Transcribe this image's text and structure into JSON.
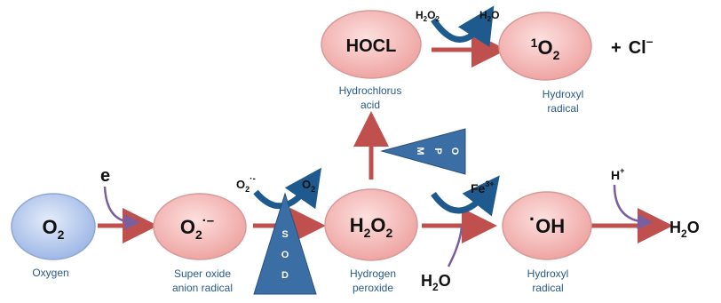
{
  "nodes": {
    "oxygen": {
      "formula": "O",
      "sub": "2",
      "caption": [
        "Oxygen"
      ]
    },
    "superoxide": {
      "formula": "O",
      "sub": "2",
      "sup": "·–",
      "caption": [
        "Super oxide",
        "anion radical"
      ]
    },
    "hydrogen_peroxide": {
      "formula1": "H",
      "sub1": "2",
      "formula2": "O",
      "sub2": "2",
      "caption": [
        "Hydrogen",
        "peroxide"
      ]
    },
    "hydroxyl_radical": {
      "dot": "·",
      "formula": "OH",
      "caption": [
        "Hydroxyl",
        "radical"
      ]
    },
    "hocl": {
      "formula": "HOCL",
      "caption": [
        "Hydrochlorus",
        "acid"
      ]
    },
    "singlet_oxygen": {
      "sup": "1",
      "formula": "O",
      "sub": "2",
      "caption": [
        "Hydroxyl",
        "radical"
      ]
    }
  },
  "labels": {
    "electron": "e",
    "sod_in": {
      "formula": "O",
      "sub": "2",
      "sup": "·-"
    },
    "sod_out": {
      "formula": "O",
      "sub": "2"
    },
    "fe": {
      "formula": "Fe",
      "sup": "3+"
    },
    "water_in": {
      "formula1": "H",
      "sub": "2",
      "formula2": "O"
    },
    "proton": {
      "formula": "H",
      "sup": "+"
    },
    "water_out": {
      "formula1": "H",
      "sub": "2",
      "formula2": "O"
    },
    "top_h2o2": {
      "formula1": "H",
      "sub1": "2",
      "formula2": "O",
      "sub2": "2"
    },
    "top_h2o": {
      "formula1": "H",
      "sub": "2",
      "formula2": "O"
    },
    "chloride": {
      "plus": "+",
      "formula": "Cl",
      "sup": "–"
    }
  },
  "enzymes": {
    "sod": [
      "S",
      "O",
      "D"
    ],
    "mpo": [
      "M",
      "P",
      "O"
    ]
  },
  "colors": {
    "oxygen_fill": "#b9cdee",
    "species_fill": "#f2b7b5",
    "arrow_red": "#c0504d",
    "arrow_blue": "#1f5a8e",
    "arrow_purple": "#7a5e9e",
    "triangle_fill": "#3a6ea5",
    "caption_text": "#2a5a8a"
  }
}
